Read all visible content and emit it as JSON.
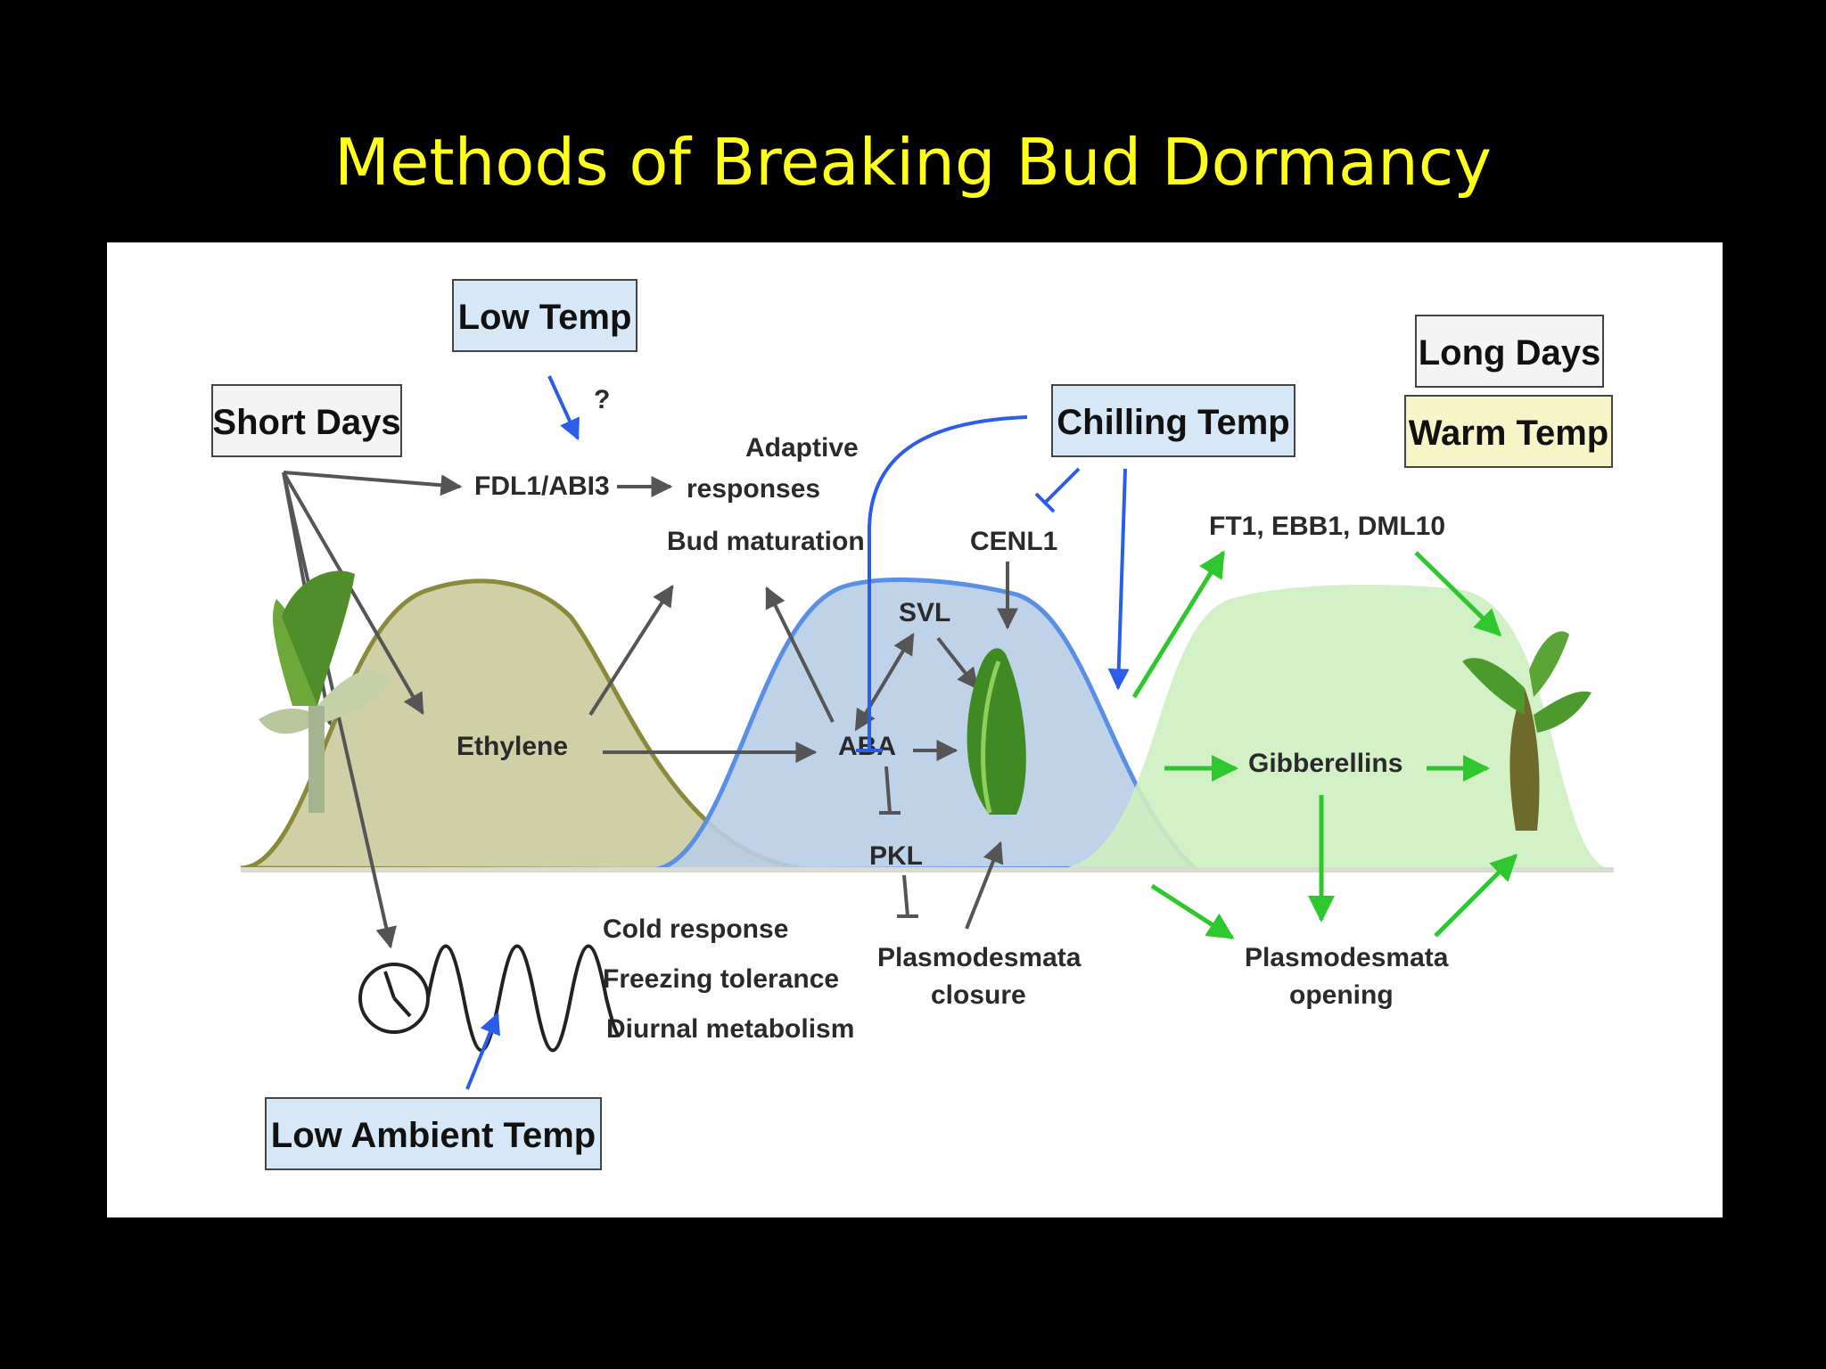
{
  "slide": {
    "title": "Methods of Breaking Bud Dormancy"
  },
  "boxes": {
    "low_temp": "Low Temp",
    "short_days": "Short Days",
    "chilling_temp": "Chilling Temp",
    "long_days": "Long Days",
    "warm_temp": "Warm Temp",
    "low_ambient_temp": "Low Ambient Temp"
  },
  "labels": {
    "question": "?",
    "fdl1": "FDL1/ABI3",
    "adaptive": "Adaptive",
    "responses": "responses",
    "bud_maturation": "Bud maturation",
    "cenl1": "CENL1",
    "svl": "SVL",
    "ethylene": "Ethylene",
    "aba": "ABA",
    "pkl": "PKL",
    "ft1": "FT1, EBB1, DML10",
    "gibberellins": "Gibberellins",
    "cold_response": "Cold response",
    "freezing": "Freezing tolerance",
    "diurnal": "Diurnal metabolism",
    "pd_closure_1": "Plasmodesmata",
    "pd_closure_2": "closure",
    "pd_opening_1": "Plasmodesmata",
    "pd_opening_2": "opening"
  },
  "colors": {
    "title": "#ffff1a",
    "phase1_fill": "#cfcfa8",
    "phase1_stroke": "#8a8a3a",
    "phase2_fill": "#b7cde6",
    "phase2_stroke": "#5a8fe8",
    "phase3_fill": "#cdf0c0",
    "blue_box": "#d6e8f7",
    "yellow_box": "#f7f5c8",
    "gray_arrow": "#555555",
    "blue_arrow": "#2a5ee8",
    "green_arrow": "#2ec82e"
  }
}
